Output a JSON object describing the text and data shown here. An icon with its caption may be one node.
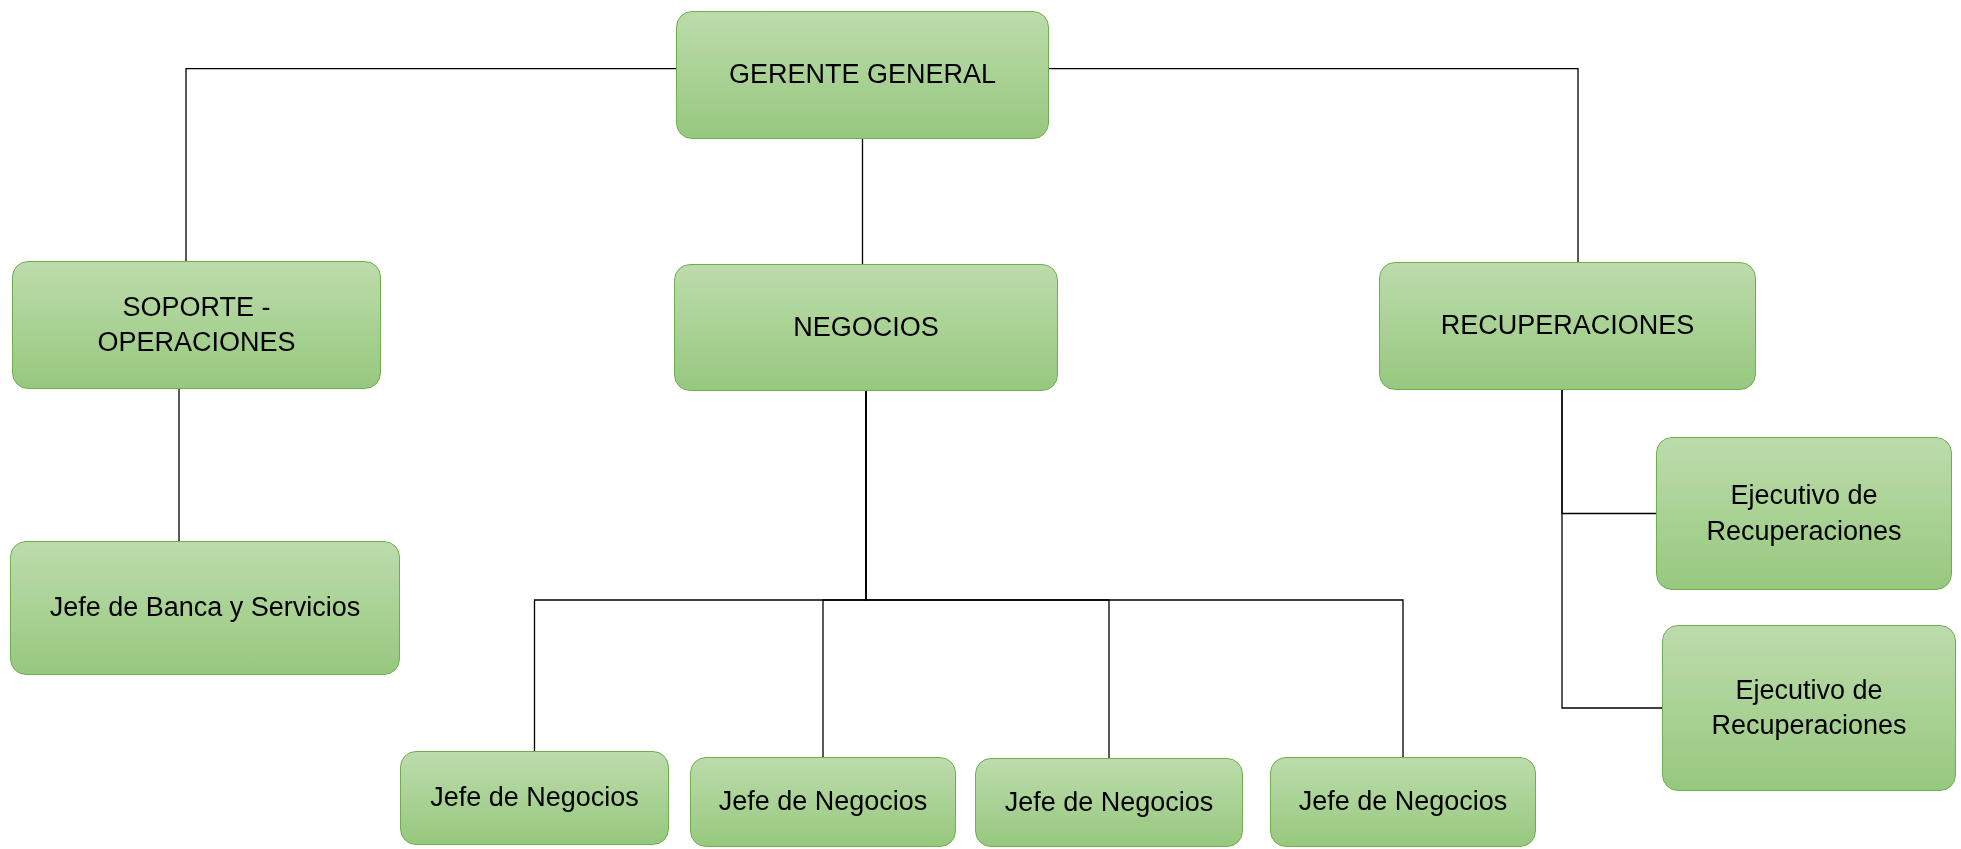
{
  "diagram": {
    "nodes": [
      {
        "text": [
          "GERENTE GENERAL"
        ]
      },
      {
        "text": [
          "SOPORTE - OPERACIONES"
        ]
      },
      {
        "text": [
          "NEGOCIOS"
        ]
      },
      {
        "text": [
          "RECUPERACIONES"
        ]
      },
      {
        "text": [
          "Jefe de Banca y Servicios"
        ]
      },
      {
        "text": [
          "Jefe de Negocios"
        ]
      },
      {
        "text": [
          "Jefe de Negocios"
        ]
      },
      {
        "text": [
          "Jefe de Negocios"
        ]
      },
      {
        "text": [
          "Jefe de Negocios"
        ]
      },
      {
        "text": [
          "Ejecutivo de Recuperaciones"
        ]
      },
      {
        "text": [
          "Ejecutivo de Recuperaciones"
        ]
      }
    ],
    "edges": [
      {
        "from": 0,
        "to": 1,
        "arrow": "none"
      },
      {
        "from": 0,
        "to": 2,
        "arrow": "none"
      },
      {
        "from": 0,
        "to": 3,
        "arrow": "none"
      },
      {
        "from": 1,
        "to": 4,
        "arrow": "none"
      },
      {
        "from": 2,
        "to": 5,
        "arrow": "none"
      },
      {
        "from": 2,
        "to": 6,
        "arrow": "none"
      },
      {
        "from": 2,
        "to": 7,
        "arrow": "none"
      },
      {
        "from": 2,
        "to": 8,
        "arrow": "none"
      },
      {
        "from": 3,
        "to": 9,
        "arrow": "none"
      },
      {
        "from": 3,
        "to": 10,
        "arrow": "none"
      }
    ]
  }
}
